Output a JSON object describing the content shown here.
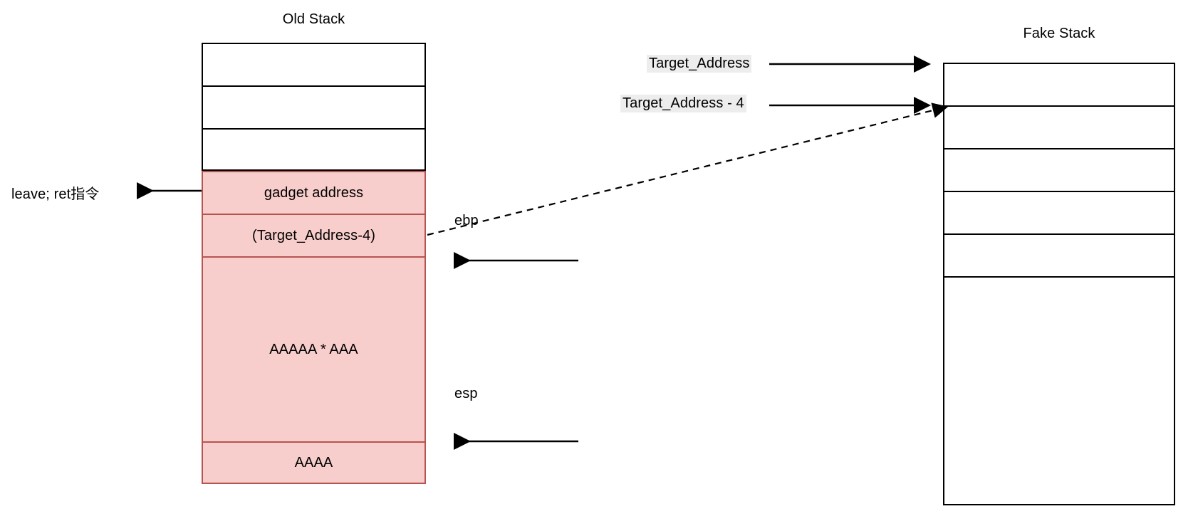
{
  "diagram": {
    "title_old_stack": "Old Stack",
    "title_fake_stack": "Fake Stack",
    "colors": {
      "pink_fill": "#f8cecc",
      "pink_stroke": "#b85450",
      "black_stroke": "#000000",
      "label_highlight": "#ededed",
      "white_fill": "#ffffff"
    }
  },
  "old_stack": {
    "title": "Old Stack",
    "cells": [
      {
        "label": "",
        "fill": "white"
      },
      {
        "label": "",
        "fill": "white"
      },
      {
        "label": "",
        "fill": "white"
      },
      {
        "label": "gadget address",
        "fill": "pink"
      },
      {
        "label": "(Target_Address-4)",
        "fill": "pink"
      },
      {
        "label": "AAAAA * AAA",
        "fill": "pink"
      },
      {
        "label": "AAAA",
        "fill": "pink"
      }
    ]
  },
  "fake_stack": {
    "title": "Fake Stack",
    "cells": [
      {
        "label": "",
        "fill": "white"
      },
      {
        "label": "",
        "fill": "white"
      },
      {
        "label": "",
        "fill": "white"
      },
      {
        "label": "",
        "fill": "white"
      },
      {
        "label": "",
        "fill": "white"
      },
      {
        "label": "",
        "fill": "white"
      }
    ]
  },
  "annotations": {
    "leave_ret": "leave; ret指令",
    "ebp": "ebp",
    "esp": "esp",
    "target_address": "Target_Address",
    "target_address_minus_4": "Target_Address - 4"
  }
}
